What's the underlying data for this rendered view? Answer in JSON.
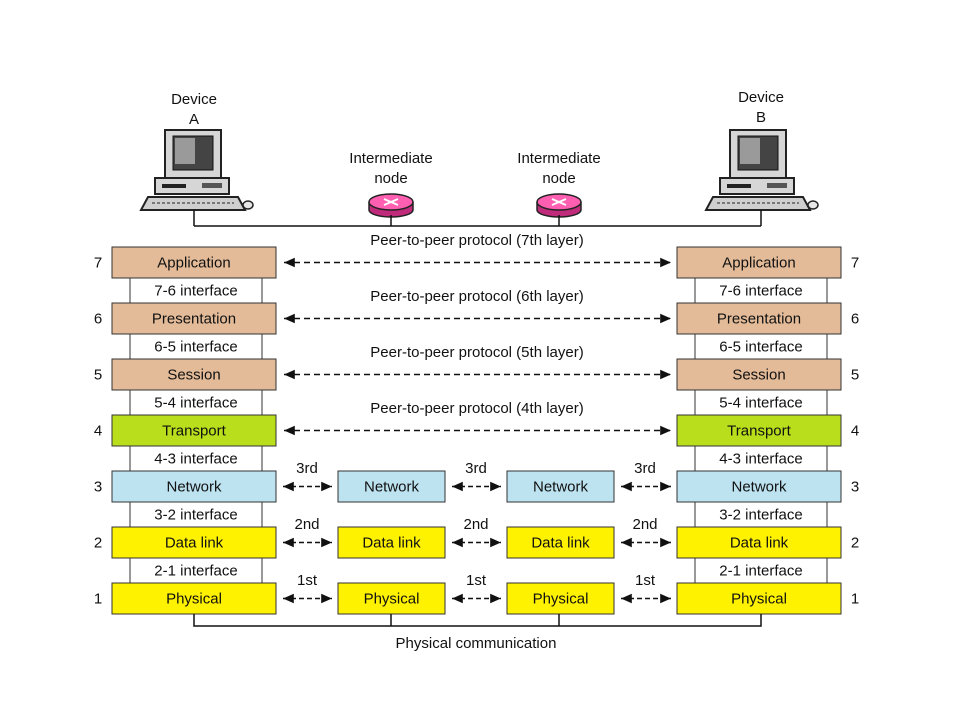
{
  "devices": {
    "a": {
      "line1": "Device",
      "line2": "A"
    },
    "b": {
      "line1": "Device",
      "line2": "B"
    }
  },
  "intermediate_nodes": [
    {
      "line1": "Intermediate",
      "line2": "node"
    },
    {
      "line1": "Intermediate",
      "line2": "node"
    }
  ],
  "layers": [
    {
      "number": "7",
      "name": "Application",
      "color": "#e3bb98",
      "peer_label": "Peer-to-peer protocol (7th layer)"
    },
    {
      "number": "6",
      "name": "Presentation",
      "color": "#e3bb98",
      "peer_label": "Peer-to-peer protocol (6th layer)"
    },
    {
      "number": "5",
      "name": "Session",
      "color": "#e3bb98",
      "peer_label": "Peer-to-peer protocol (5th layer)"
    },
    {
      "number": "4",
      "name": "Transport",
      "color": "#b9de1c",
      "peer_label": "Peer-to-peer protocol (4th layer)"
    },
    {
      "number": "3",
      "name": "Network",
      "color": "#bde3f1",
      "hop_label": "3rd"
    },
    {
      "number": "2",
      "name": "Data link",
      "color": "#fff200",
      "hop_label": "2nd"
    },
    {
      "number": "1",
      "name": "Physical",
      "color": "#fff200",
      "hop_label": "1st"
    }
  ],
  "interfaces": [
    "7-6 interface",
    "6-5 interface",
    "5-4 interface",
    "4-3 interface",
    "3-2 interface",
    "2-1 interface"
  ],
  "physical_communication": "Physical communication",
  "colors": {
    "router": "#ff5fb0",
    "router_dark": "#c02a7a",
    "interface_bg": "#ffffff",
    "border": "#333333"
  }
}
